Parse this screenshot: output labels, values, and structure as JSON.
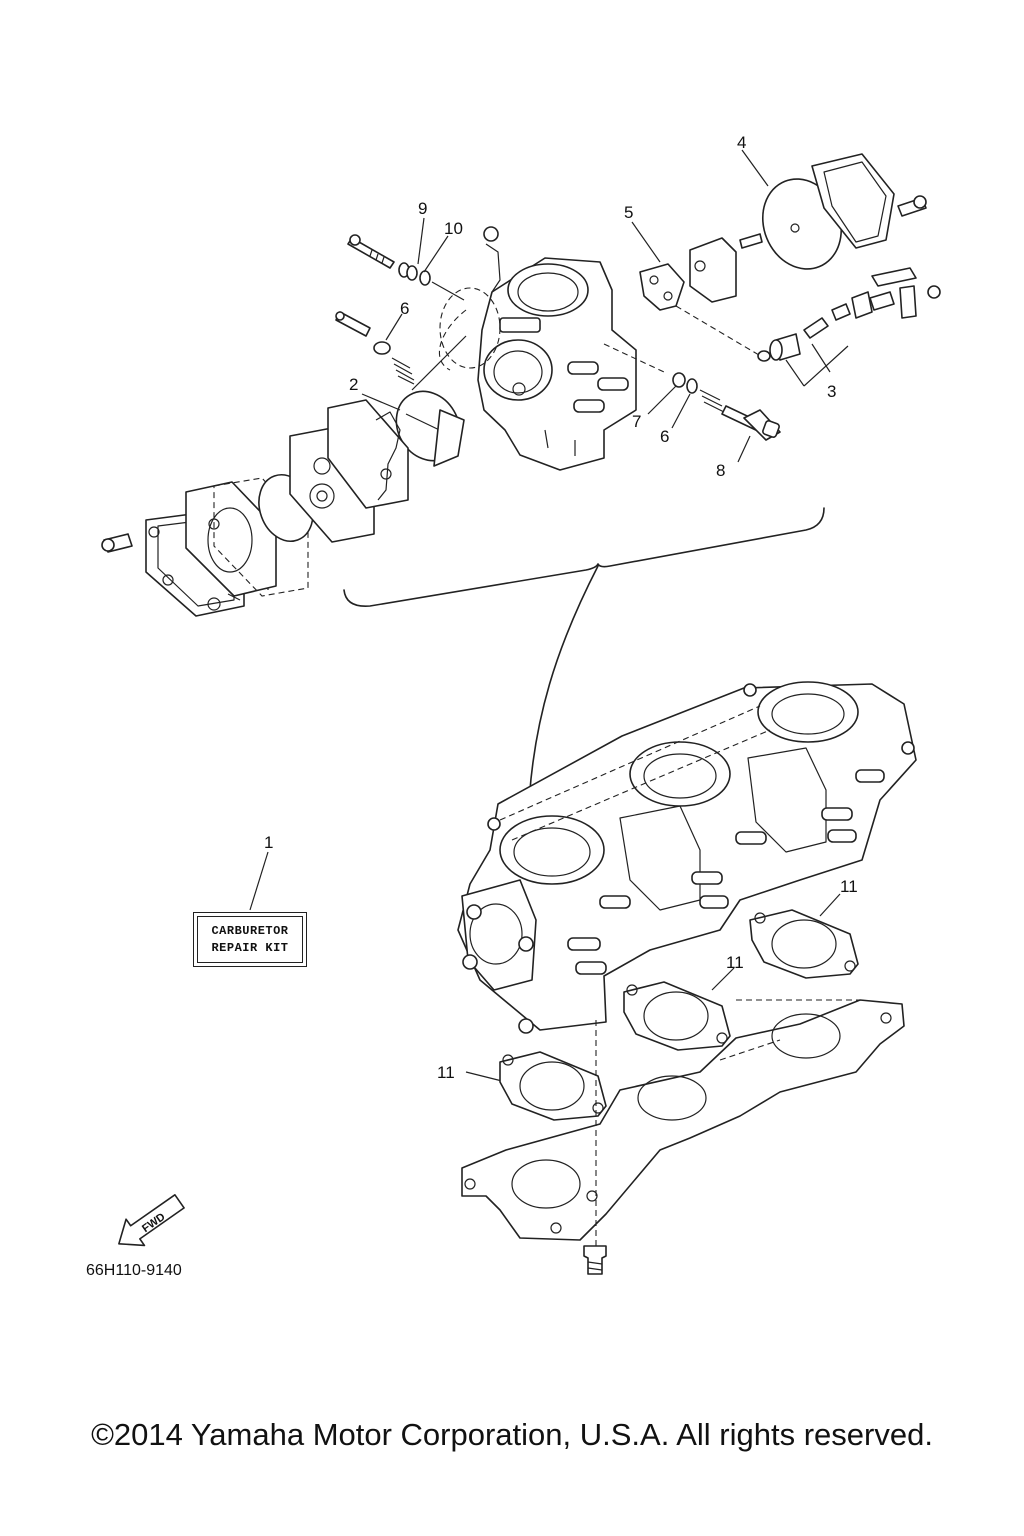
{
  "callouts": {
    "c1": "1",
    "c2": "2",
    "c3": "3",
    "c4": "4",
    "c5": "5",
    "c6a": "6",
    "c6b": "6",
    "c7": "7",
    "c8": "8",
    "c9": "9",
    "c10": "10",
    "c11a": "11",
    "c11b": "11",
    "c11c": "11"
  },
  "repair_kit": {
    "line1": "CARBURETOR",
    "line2": "REPAIR KIT"
  },
  "fwd_label": "FWD",
  "part_code": "66H110-9140",
  "copyright": "©2014 Yamaha Motor Corporation, U.S.A. All rights reserved."
}
